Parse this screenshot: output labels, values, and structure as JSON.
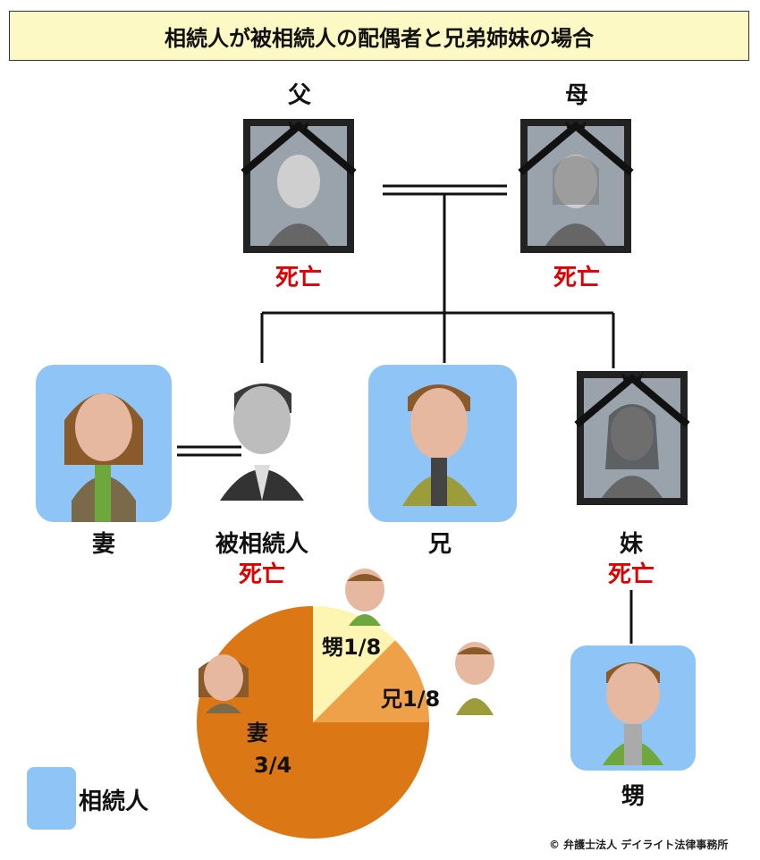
{
  "title": "相続人が被相続人の配偶者と兄弟姉妹の場合",
  "people": {
    "father": {
      "label": "父",
      "status": "死亡"
    },
    "mother": {
      "label": "母",
      "status": "死亡"
    },
    "wife": {
      "label": "妻"
    },
    "decedent": {
      "label": "被相続人",
      "status": "死亡"
    },
    "brother": {
      "label": "兄"
    },
    "sister": {
      "label": "妹",
      "status": "死亡"
    },
    "nephew": {
      "label": "甥"
    }
  },
  "pie": {
    "slices": [
      {
        "name": "妻",
        "value": "3/4",
        "fraction": 0.75,
        "color": "#dc7716"
      },
      {
        "name": "兄",
        "value": "1/8",
        "fraction": 0.125,
        "color": "#efa14a"
      },
      {
        "name": "甥",
        "value": "1/8",
        "fraction": 0.125,
        "color": "#fdf6b2"
      }
    ],
    "labels": {
      "wife_name": "妻",
      "wife_value": "3/4",
      "brother": "兄1/8",
      "nephew": "甥1/8"
    }
  },
  "legend": {
    "label": "相続人",
    "color": "#8fc4f7"
  },
  "credit": "© 弁護士法人 デイライト法律事務所",
  "colors": {
    "heir_bg": "#8fc4f7",
    "dead_text": "#e00000",
    "title_bg": "#fdf9c4"
  }
}
